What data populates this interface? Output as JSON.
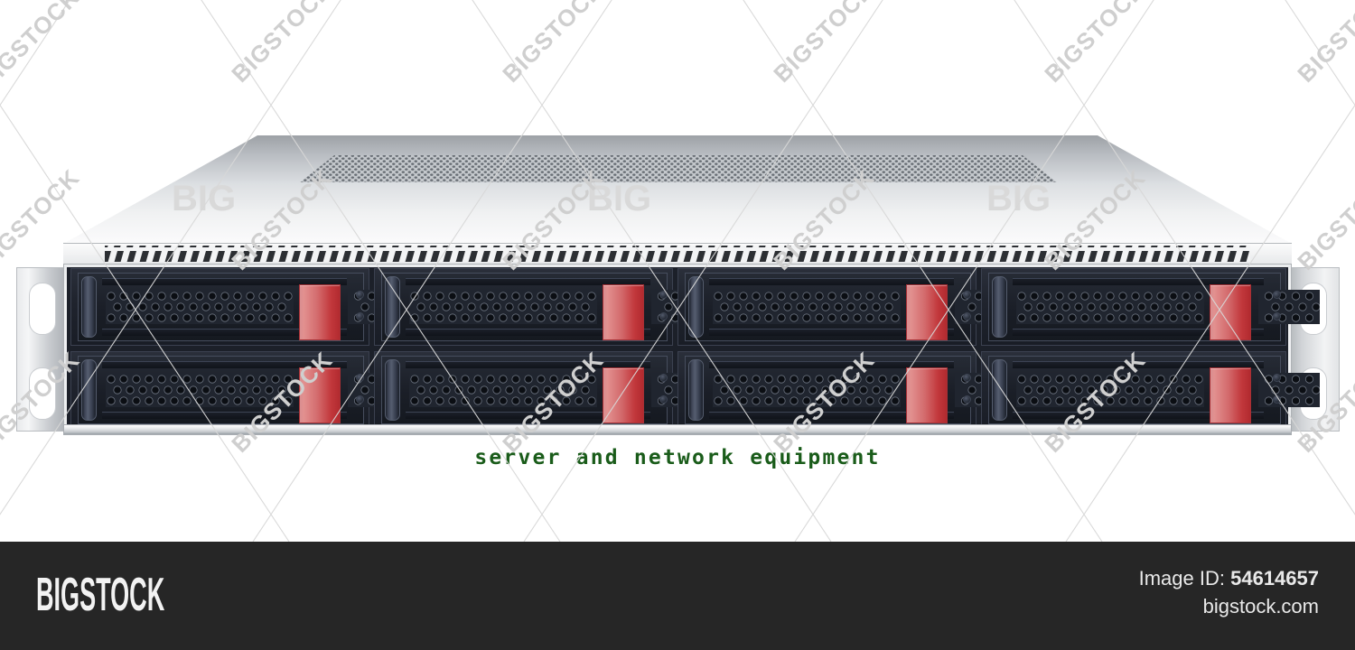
{
  "image": {
    "caption": "server and network equipment",
    "caption_color": "#1a5c1a",
    "background_color": "#ffffff"
  },
  "server": {
    "name": "rack-mount-server",
    "form_factor": "1U rack server",
    "drive_bay_rows": 2,
    "drive_bays_per_row": 4,
    "total_drive_bays": 8,
    "latch_color": "#c2383c",
    "bezel_color": "#1c2029",
    "chassis_color": "#e9ebed",
    "rack_ear_slots_per_ear": 2,
    "top_vent_type": "perforated-mesh",
    "front_vent_type": "diagonal-slots"
  },
  "watermark": {
    "tile_text": "BIGSTOCK",
    "panel_text": "BIG",
    "color": "#d2d2d2"
  },
  "footer": {
    "brand": "BIGSTOCK",
    "image_id_label": "Image ID:",
    "image_id_value": "54614657",
    "site": "bigstock.com",
    "background_color": "#262626",
    "text_color": "#e9e9e9"
  }
}
